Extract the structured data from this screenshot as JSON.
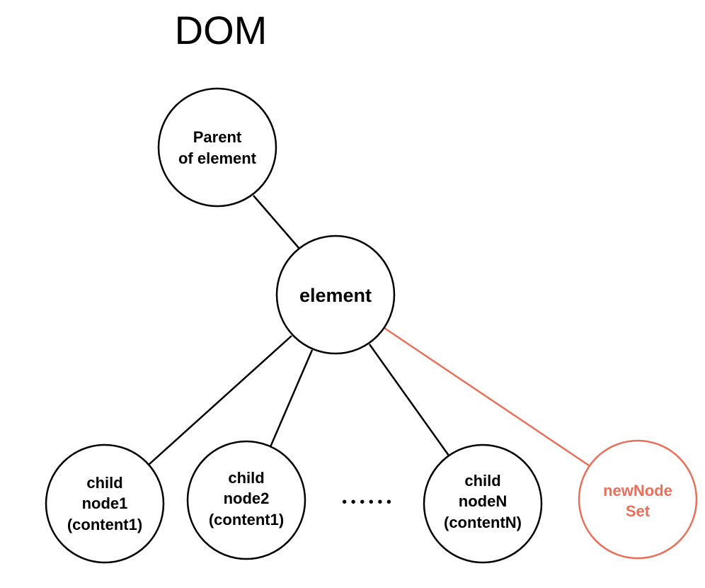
{
  "title": "DOM",
  "colors": {
    "stroke": "#000000",
    "highlight": "#e8705a",
    "fill": "#ffffff"
  },
  "nodes": {
    "parent": {
      "lines": [
        "Parent",
        "of element"
      ]
    },
    "element": {
      "lines": [
        "element"
      ]
    },
    "child1": {
      "lines": [
        "child",
        "node1",
        "(content1)"
      ]
    },
    "child2": {
      "lines": [
        "child",
        "node2",
        "(content1)"
      ]
    },
    "childN": {
      "lines": [
        "child",
        "nodeN",
        "(contentN)"
      ]
    },
    "newNode": {
      "lines": [
        "newNode",
        "Set"
      ]
    }
  },
  "ellipsis": "• • • • • •"
}
